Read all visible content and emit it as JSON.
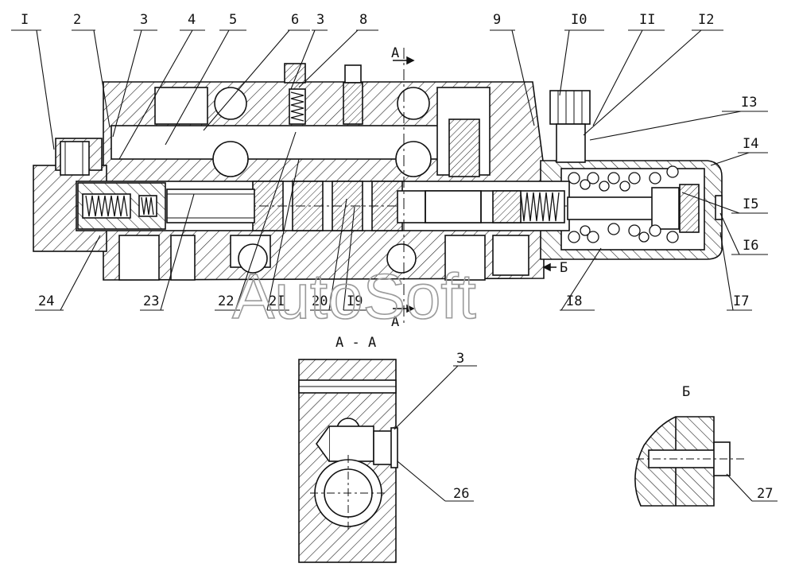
{
  "labels": {
    "l1": "I",
    "l2": "2",
    "l3": "3",
    "l4": "4",
    "l5": "5",
    "l6": "6",
    "l3b": "3",
    "l8": "8",
    "l9": "9",
    "l10": "I0",
    "l11": "II",
    "l12": "I2",
    "l13": "I3",
    "l14": "I4",
    "l15": "I5",
    "l16": "I6",
    "l17": "I7",
    "l18": "I8",
    "l19": "I9",
    "l20": "20",
    "l21": "2I",
    "l22": "22",
    "l23": "23",
    "l24": "24",
    "l3c": "3",
    "l26": "26",
    "l27": "27"
  },
  "sections": {
    "aa_title": "А - А",
    "b_title": "Б",
    "arrow_a_top": "А",
    "arrow_a_bottom": "А",
    "arrow_b": "Б"
  },
  "watermark": "AutoSoft"
}
